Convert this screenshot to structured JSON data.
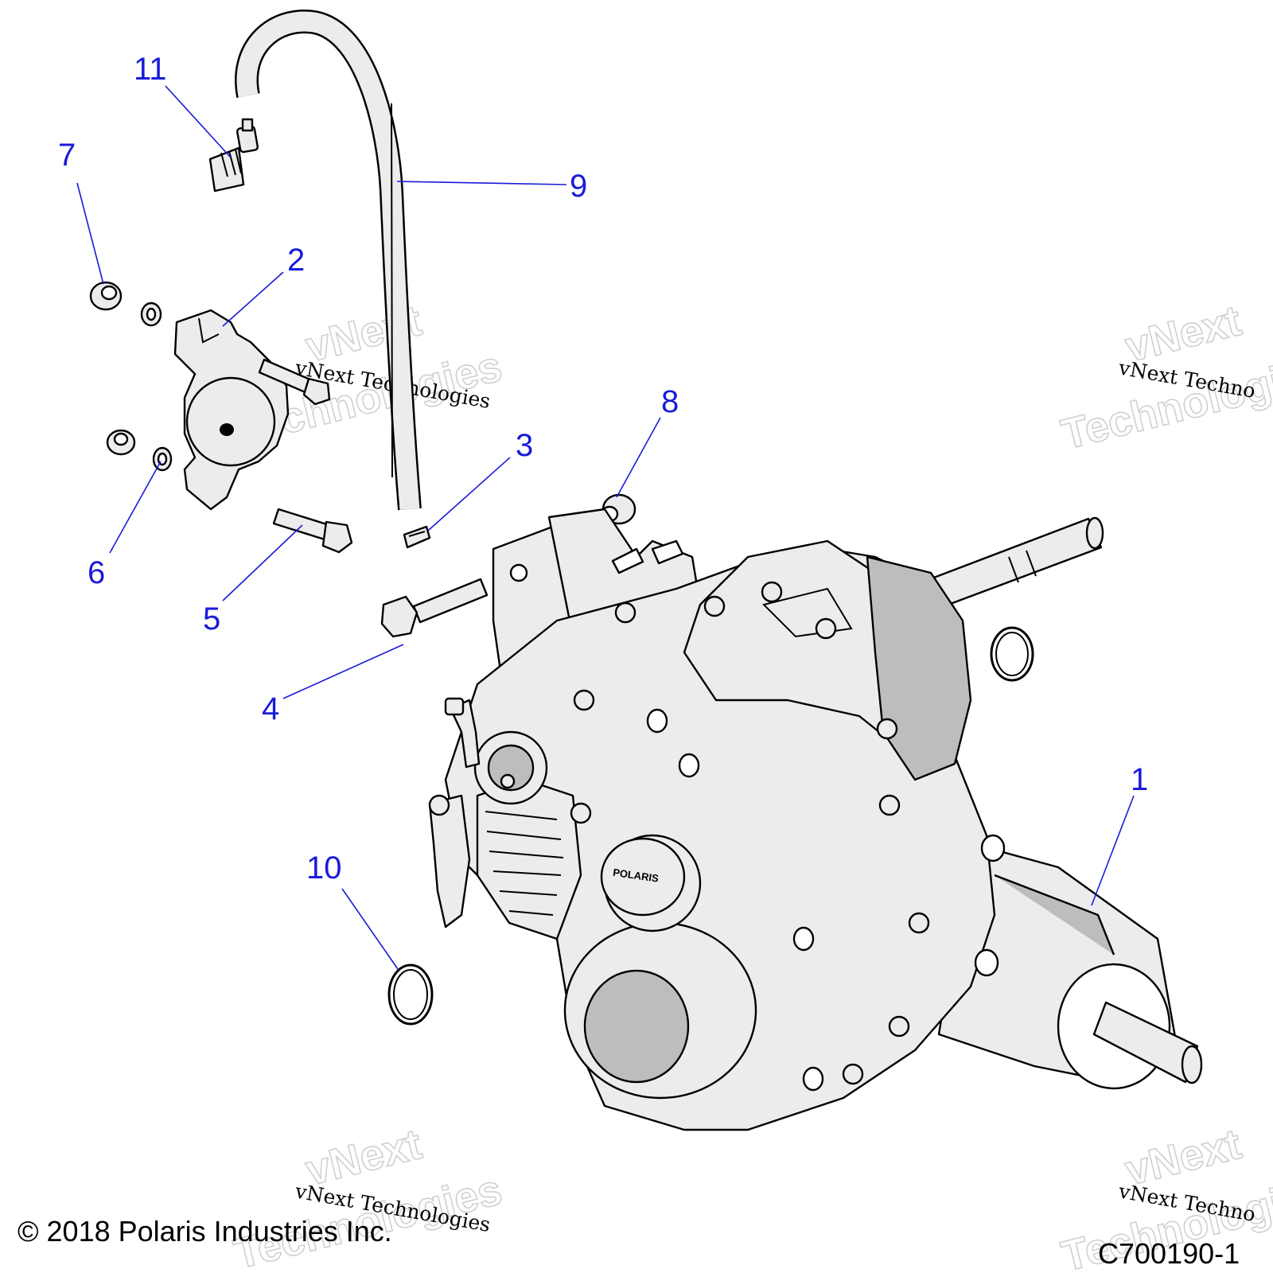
{
  "callouts": [
    {
      "id": "1",
      "label": "1"
    },
    {
      "id": "2",
      "label": "2"
    },
    {
      "id": "3",
      "label": "3"
    },
    {
      "id": "4",
      "label": "4"
    },
    {
      "id": "5",
      "label": "5"
    },
    {
      "id": "6",
      "label": "6"
    },
    {
      "id": "7",
      "label": "7"
    },
    {
      "id": "8",
      "label": "8"
    },
    {
      "id": "9",
      "label": "9"
    },
    {
      "id": "10",
      "label": "10"
    },
    {
      "id": "11",
      "label": "11"
    }
  ],
  "watermark": {
    "line1": "vNext",
    "line2": "Technologies",
    "small": "vNext Technologies",
    "small_cut": "vNext Techno"
  },
  "logo": "POLARIS",
  "footer": {
    "copyright": "© 2018 Polaris Industries Inc.",
    "code": "C700190-1"
  },
  "colors": {
    "callout": "#1a1adb",
    "line": "#000000",
    "part_fill": "#ececec"
  }
}
